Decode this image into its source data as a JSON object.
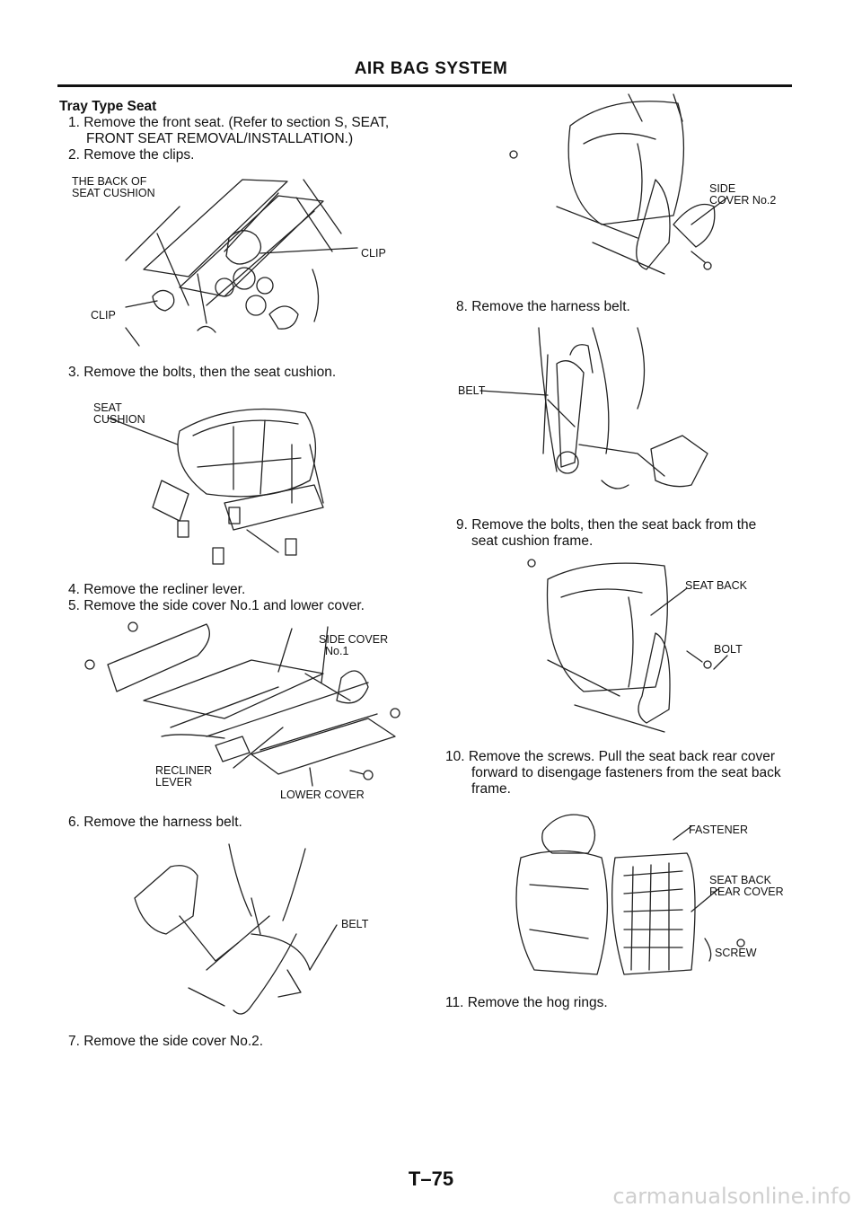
{
  "header": {
    "title": "AIR BAG SYSTEM"
  },
  "section_title": "Tray Type Seat",
  "steps": {
    "s1a": "1. Remove the front seat. (Refer to section S, SEAT,",
    "s1b": "FRONT SEAT REMOVAL/INSTALLATION.)",
    "s2": "2. Remove the clips.",
    "s3": "3. Remove the bolts, then the seat cushion.",
    "s4": "4. Remove the recliner lever.",
    "s5": "5. Remove the side cover No.1 and lower cover.",
    "s6": "6. Remove the harness belt.",
    "s7": "7. Remove the side cover No.2.",
    "s8": "8. Remove the harness belt.",
    "s9a": "9. Remove the bolts, then the seat back from the",
    "s9b": "seat cushion frame.",
    "s10a": "10. Remove the screws. Pull the seat back rear cover",
    "s10b": "forward to disengage fasteners from the seat back",
    "s10c": "frame.",
    "s11": "11. Remove the hog rings."
  },
  "labels": {
    "back_of_cushion_1": "THE BACK OF",
    "back_of_cushion_2": "SEAT CUSHION",
    "clip_right": "CLIP",
    "clip_left": "CLIP",
    "seat_cushion_1": "SEAT",
    "seat_cushion_2": "CUSHION",
    "side_cover_1a": "SIDE COVER",
    "side_cover_1b": "No.1",
    "recliner_1": "RECLINER",
    "recliner_2": "LEVER",
    "lower_cover": "LOWER COVER",
    "belt_6": "BELT",
    "side_cover_2a": "SIDE",
    "side_cover_2b": "COVER No.2",
    "belt_8": "BELT",
    "seat_back": "SEAT BACK",
    "bolt": "BOLT",
    "fastener": "FASTENER",
    "rear_cover_1": "SEAT BACK",
    "rear_cover_2": "REAR COVER",
    "screw": "SCREW"
  },
  "footer": {
    "page_number": "T–75",
    "watermark": "carmanualsonline.info"
  }
}
